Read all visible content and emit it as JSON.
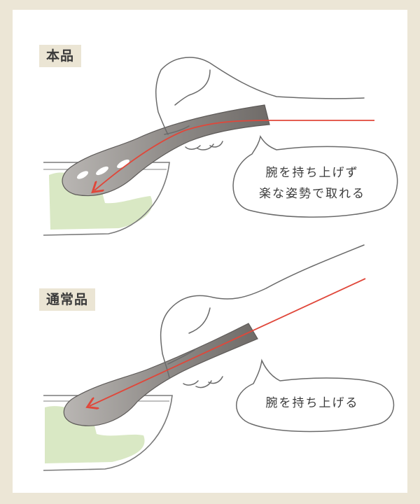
{
  "sections": [
    {
      "label": "本品",
      "caption_lines": [
        "腕を持ち上げず",
        "楽な姿勢で取れる"
      ]
    },
    {
      "label": "通常品",
      "caption_lines": [
        "腕を持ち上げる"
      ]
    }
  ],
  "colors": {
    "background": "#ece6d6",
    "card": "#ffffff",
    "tag": "#ebe5d4",
    "arrow": "#e0473a",
    "utensil": "#8f8b88",
    "salad": "#d9e8c4",
    "outline": "#6a6a6a"
  }
}
